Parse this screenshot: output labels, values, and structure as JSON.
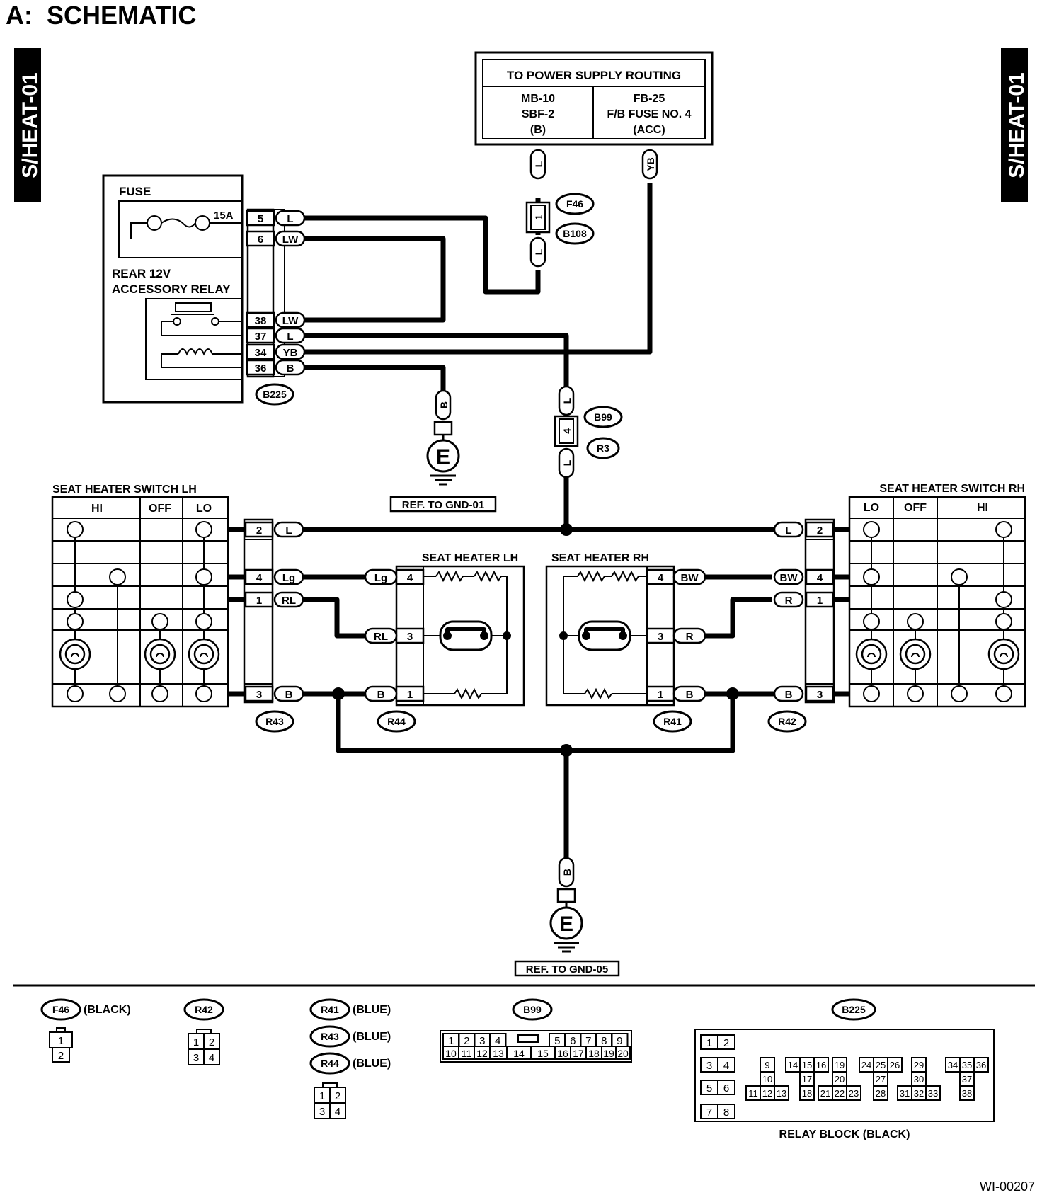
{
  "title": "A:  SCHEMATIC",
  "side_tab_left": "S/HEAT-01",
  "side_tab_right": "S/HEAT-01",
  "drawing_id": "WI-00207",
  "power_box": {
    "title": "TO POWER SUPPLY ROUTING",
    "left": [
      "MB-10",
      "SBF-2",
      "(B)"
    ],
    "right": [
      "FB-25",
      "F/B FUSE NO. 4",
      "(ACC)"
    ]
  },
  "relay": {
    "fuse_label": "FUSE",
    "fuse_rating": "15A",
    "name": [
      "REAR 12V",
      "ACCESSORY RELAY"
    ],
    "connector": "B225",
    "pins": [
      {
        "pin": "5",
        "wire": "L"
      },
      {
        "pin": "6",
        "wire": "LW"
      },
      {
        "pin": "38",
        "wire": "LW"
      },
      {
        "pin": "37",
        "wire": "L"
      },
      {
        "pin": "34",
        "wire": "YB"
      },
      {
        "pin": "36",
        "wire": "B"
      }
    ]
  },
  "f46_junction": {
    "wire_top": "L",
    "pin": "1",
    "wire_bottom": "L",
    "conn_a": "F46",
    "conn_b": "B108"
  },
  "yb_wire": "YB",
  "b99_junction": {
    "wire_top": "L",
    "pin": "4",
    "wire_bottom": "L",
    "conn_a": "B99",
    "conn_b": "R3"
  },
  "ground_1": {
    "wire": "B",
    "symbol": "E",
    "ref": "REF. TO GND-01"
  },
  "ground_2": {
    "wire": "B",
    "symbol": "E",
    "ref": "REF. TO GND-05"
  },
  "switch_lh": {
    "title": "SEAT HEATER SWITCH LH",
    "cols": [
      "HI",
      "OFF",
      "LO"
    ]
  },
  "switch_rh": {
    "title": "SEAT HEATER SWITCH RH",
    "cols": [
      "LO",
      "OFF",
      "HI"
    ]
  },
  "conn_r43": {
    "name": "R43",
    "pins": [
      {
        "pin": "2",
        "wire": "L"
      },
      {
        "pin": "4",
        "wire": "Lg"
      },
      {
        "pin": "1",
        "wire": "RL"
      },
      {
        "pin": "3",
        "wire": "B"
      }
    ]
  },
  "conn_r42": {
    "name": "R42",
    "pins": [
      {
        "pin": "2",
        "wire": "L"
      },
      {
        "pin": "4",
        "wire": "BW"
      },
      {
        "pin": "1",
        "wire": "R"
      },
      {
        "pin": "3",
        "wire": "B"
      }
    ]
  },
  "heater_lh": {
    "title": "SEAT HEATER LH",
    "connector": "R44",
    "pins": [
      {
        "pin": "4",
        "wire": "Lg"
      },
      {
        "pin": "3",
        "wire": "RL"
      },
      {
        "pin": "1",
        "wire": "B"
      }
    ]
  },
  "heater_rh": {
    "title": "SEAT HEATER RH",
    "connector": "R41",
    "pins": [
      {
        "pin": "4",
        "wire": "BW"
      },
      {
        "pin": "3",
        "wire": "R"
      },
      {
        "pin": "1",
        "wire": "B"
      }
    ]
  },
  "legend": {
    "f46": {
      "name": "F46",
      "color": "(BLACK)",
      "pins": [
        "1",
        "2"
      ]
    },
    "r42": {
      "name": "R42",
      "pins": [
        "1",
        "2",
        "3",
        "4"
      ]
    },
    "r41": {
      "name": "R41",
      "color": "(BLUE)"
    },
    "r43": {
      "name": "R43",
      "color": "(BLUE)"
    },
    "r44": {
      "name": "R44",
      "color": "(BLUE)"
    },
    "r4x_pins": [
      "1",
      "2",
      "3",
      "4"
    ],
    "b99": {
      "name": "B99",
      "row1": [
        "1",
        "2",
        "3",
        "4",
        "5",
        "6",
        "7",
        "8",
        "9"
      ],
      "row2": [
        "10",
        "11",
        "12",
        "13",
        "14",
        "15",
        "16",
        "17",
        "18",
        "19",
        "20"
      ]
    },
    "b225": {
      "name": "B225",
      "caption": "RELAY BLOCK (BLACK)",
      "left_pins": [
        "1",
        "2",
        "3",
        "4",
        "5",
        "6",
        "7",
        "8"
      ],
      "groups": [
        [
          "9",
          "10",
          "11",
          "12",
          "13"
        ],
        [
          "14",
          "15",
          "16",
          "17",
          "18"
        ],
        [
          "19",
          "20",
          "21",
          "22",
          "23"
        ],
        [
          "24",
          "25",
          "26",
          "27",
          "28"
        ],
        [
          "29",
          "30",
          "31",
          "32",
          "33"
        ],
        [
          "34",
          "35",
          "36",
          "37",
          "38"
        ]
      ]
    }
  }
}
